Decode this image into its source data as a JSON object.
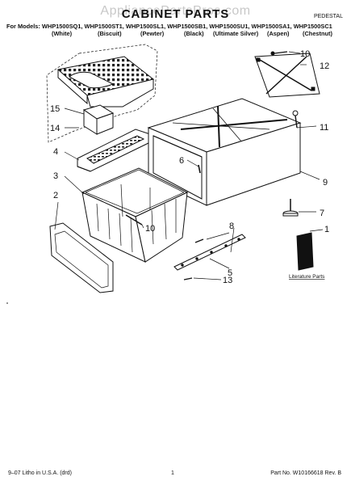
{
  "header": {
    "watermark": "AppliancePartsPros.com",
    "title": "CABINET PARTS",
    "category": "PEDESTAL",
    "models_line": "For Models: WHP1500SQ1, WHP1500ST1, WHP1500SL1, WHP1500SB1, WHP1500SU1, WHP1500SA1, WHP1500SC1",
    "colors": [
      "(White)",
      "(Biscuit)",
      "(Pewter)",
      "(Black)",
      "(Ultimate Silver)",
      "(Aspen)",
      "(Chestnut)"
    ]
  },
  "callouts": [
    "10",
    "12",
    "11",
    "15",
    "14",
    "4",
    "6",
    "9",
    "3",
    "2",
    "10",
    "8",
    "7",
    "1",
    "5",
    "13"
  ],
  "literature_label": "Literature Parts",
  "footer": {
    "left": "9–07 Litho in U.S.A. (drd)",
    "center": "1",
    "right": "Part No. W10166618 Rev. B"
  },
  "colors_used": {
    "ink": "#111111",
    "watermark": "#c8c8c8",
    "background": "#ffffff"
  }
}
